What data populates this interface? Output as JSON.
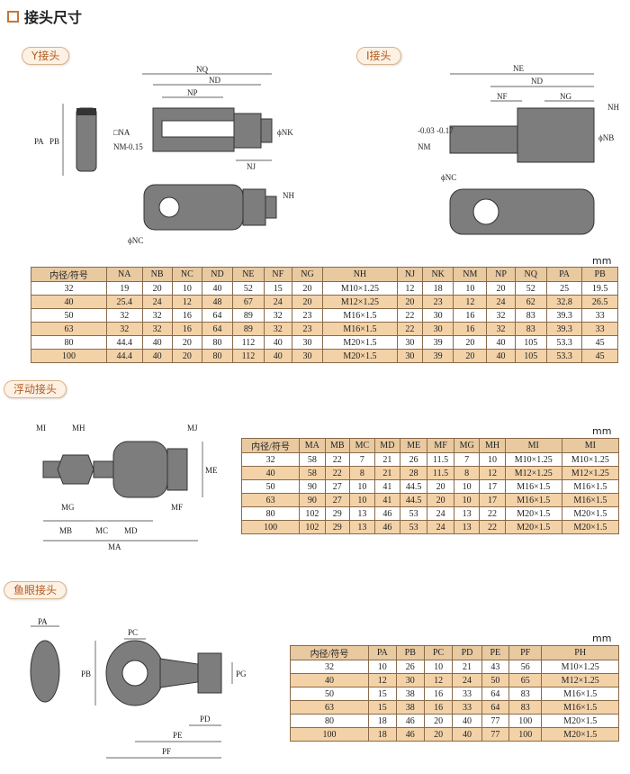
{
  "title": "接头尺寸",
  "sections": {
    "y": "Y接头",
    "i": "I接头",
    "float": "浮动接头",
    "fish": "鱼眼接头"
  },
  "unit": "mm",
  "y_labels": {
    "nq": "NQ",
    "nd": "ND",
    "np": "NP",
    "na": "□NA",
    "nm": "NM",
    "tol": "-0.15",
    "nk": "ϕNK",
    "nj": "NJ",
    "pa": "PA",
    "pb": "PB",
    "nh": "NH",
    "nc": "ϕNC"
  },
  "i_labels": {
    "ne": "NE",
    "nd": "ND",
    "nf": "NF",
    "ng": "NG",
    "nh": "NH",
    "nm": "NM",
    "tol": "-0.03 -0.17",
    "nb": "ϕNB",
    "nc": "ϕNC"
  },
  "float_labels": {
    "mi": "MI",
    "mh": "MH",
    "mj": "MJ",
    "me": "ME",
    "mg": "MG",
    "mf": "MF",
    "mb": "MB",
    "mc": "MC",
    "md": "MD",
    "ma": "MA"
  },
  "fish_labels": {
    "pa": "PA",
    "pc": "PC",
    "pb": "PB",
    "pg": "PG",
    "pd": "PD",
    "pe": "PE",
    "pf": "PF"
  },
  "table1": {
    "headers": [
      "内径/符号",
      "NA",
      "NB",
      "NC",
      "ND",
      "NE",
      "NF",
      "NG",
      "NH",
      "NJ",
      "NK",
      "NM",
      "NP",
      "NQ",
      "PA",
      "PB"
    ],
    "rows": [
      [
        "32",
        "19",
        "20",
        "10",
        "40",
        "52",
        "15",
        "20",
        "M10×1.25",
        "12",
        "18",
        "10",
        "20",
        "52",
        "25",
        "19.5"
      ],
      [
        "40",
        "25.4",
        "24",
        "12",
        "48",
        "67",
        "24",
        "20",
        "M12×1.25",
        "20",
        "23",
        "12",
        "24",
        "62",
        "32.8",
        "26.5"
      ],
      [
        "50",
        "32",
        "32",
        "16",
        "64",
        "89",
        "32",
        "23",
        "M16×1.5",
        "22",
        "30",
        "16",
        "32",
        "83",
        "39.3",
        "33"
      ],
      [
        "63",
        "32",
        "32",
        "16",
        "64",
        "89",
        "32",
        "23",
        "M16×1.5",
        "22",
        "30",
        "16",
        "32",
        "83",
        "39.3",
        "33"
      ],
      [
        "80",
        "44.4",
        "40",
        "20",
        "80",
        "112",
        "40",
        "30",
        "M20×1.5",
        "30",
        "39",
        "20",
        "40",
        "105",
        "53.3",
        "45"
      ],
      [
        "100",
        "44.4",
        "40",
        "20",
        "80",
        "112",
        "40",
        "30",
        "M20×1.5",
        "30",
        "39",
        "20",
        "40",
        "105",
        "53.3",
        "45"
      ]
    ]
  },
  "table2": {
    "headers": [
      "内径/符号",
      "MA",
      "MB",
      "MC",
      "MD",
      "ME",
      "MF",
      "MG",
      "MH",
      "MI",
      "MI"
    ],
    "rows": [
      [
        "32",
        "58",
        "22",
        "7",
        "21",
        "26",
        "11.5",
        "7",
        "10",
        "M10×1.25",
        "M10×1.25"
      ],
      [
        "40",
        "58",
        "22",
        "8",
        "21",
        "28",
        "11.5",
        "8",
        "12",
        "M12×1.25",
        "M12×1.25"
      ],
      [
        "50",
        "90",
        "27",
        "10",
        "41",
        "44.5",
        "20",
        "10",
        "17",
        "M16×1.5",
        "M16×1.5"
      ],
      [
        "63",
        "90",
        "27",
        "10",
        "41",
        "44.5",
        "20",
        "10",
        "17",
        "M16×1.5",
        "M16×1.5"
      ],
      [
        "80",
        "102",
        "29",
        "13",
        "46",
        "53",
        "24",
        "13",
        "22",
        "M20×1.5",
        "M20×1.5"
      ],
      [
        "100",
        "102",
        "29",
        "13",
        "46",
        "53",
        "24",
        "13",
        "22",
        "M20×1.5",
        "M20×1.5"
      ]
    ]
  },
  "table3": {
    "headers": [
      "内径/符号",
      "PA",
      "PB",
      "PC",
      "PD",
      "PE",
      "PF",
      "PH"
    ],
    "rows": [
      [
        "32",
        "10",
        "26",
        "10",
        "21",
        "43",
        "56",
        "M10×1.25"
      ],
      [
        "40",
        "12",
        "30",
        "12",
        "24",
        "50",
        "65",
        "M12×1.25"
      ],
      [
        "50",
        "15",
        "38",
        "16",
        "33",
        "64",
        "83",
        "M16×1.5"
      ],
      [
        "63",
        "15",
        "38",
        "16",
        "33",
        "64",
        "83",
        "M16×1.5"
      ],
      [
        "80",
        "18",
        "46",
        "20",
        "40",
        "77",
        "100",
        "M20×1.5"
      ],
      [
        "100",
        "18",
        "46",
        "20",
        "40",
        "77",
        "100",
        "M20×1.5"
      ]
    ]
  }
}
